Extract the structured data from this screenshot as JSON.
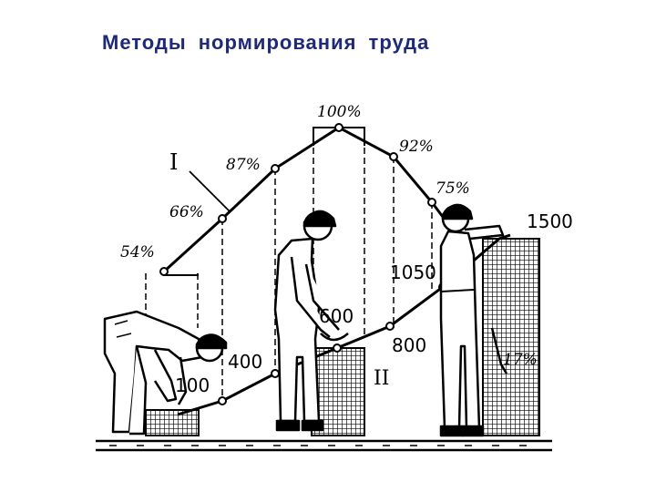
{
  "title": "Методы нормирования труда",
  "curve_labels": {
    "one": "I",
    "two": "II"
  },
  "percent_labels": [
    "54%",
    "66%",
    "87%",
    "100%",
    "92%",
    "75%",
    "17%"
  ],
  "value_labels": [
    "100",
    "400",
    "600",
    "800",
    "1050",
    "1500"
  ],
  "colors": {
    "title": "#1e2a78",
    "ink": "#000000"
  }
}
